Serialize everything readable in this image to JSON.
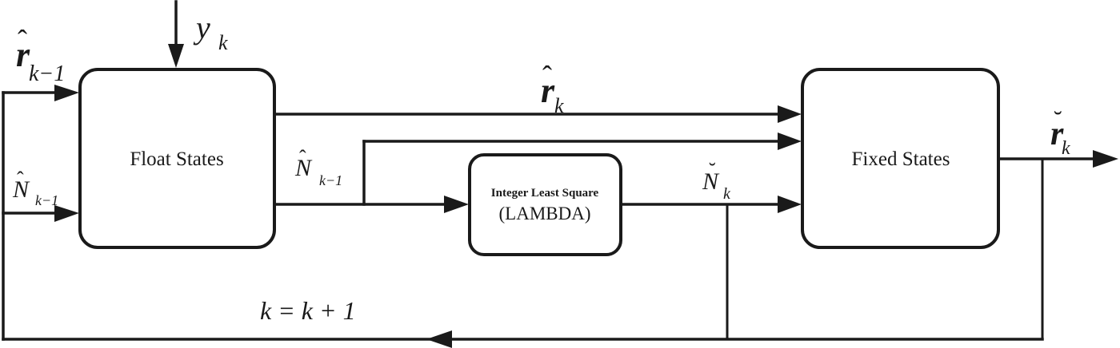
{
  "diagram": {
    "title": "Float-to-fixed ambiguity resolution loop",
    "blocks": {
      "float": {
        "label": "Float States"
      },
      "ils": {
        "label_line1": "Integer Least Square",
        "label_line2": "(LAMBDA)"
      },
      "fixed": {
        "label": "Fixed States"
      }
    },
    "signals": {
      "y_k": {
        "base": "y",
        "sub": "k",
        "accent": ""
      },
      "r_hat_km1": {
        "base": "r",
        "sub": "k−1",
        "accent": "hat"
      },
      "N_hat_km1_in": {
        "base": "N",
        "sub": "k−1",
        "accent": "hat"
      },
      "r_hat_k": {
        "base": "r",
        "sub": "k",
        "accent": "hat"
      },
      "N_hat_km1_out": {
        "base": "N",
        "sub": "k−1",
        "accent": "hat"
      },
      "N_breve_k": {
        "base": "N",
        "sub": "k",
        "accent": "breve"
      },
      "r_breve_k": {
        "base": "r",
        "sub": "k",
        "accent": "breve"
      }
    },
    "feedback": {
      "label": "k = k + 1"
    },
    "accents": {
      "hat": "ˆ",
      "breve": "˘"
    }
  }
}
